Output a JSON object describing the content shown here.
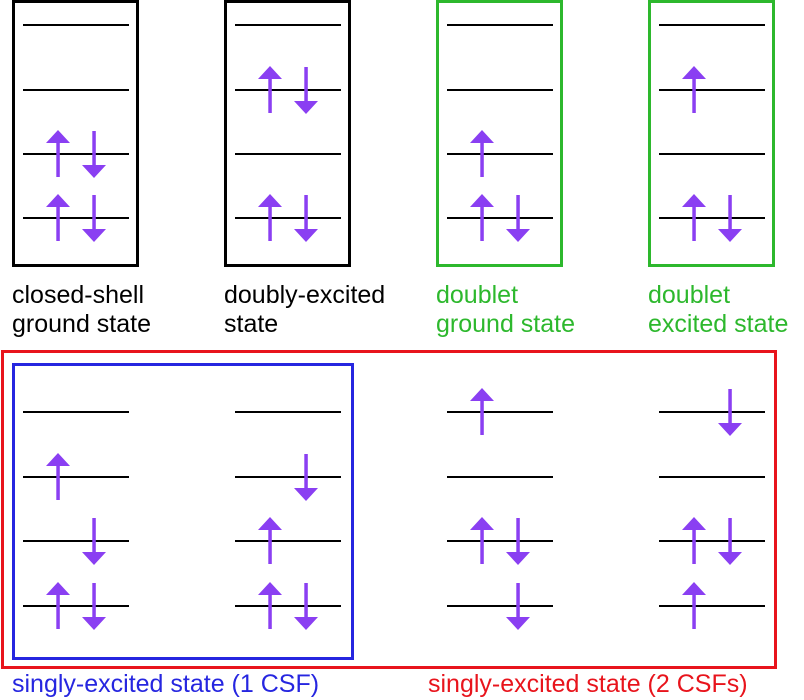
{
  "colors": {
    "black": "#000000",
    "green": "#2db82d",
    "red": "#e8141c",
    "blue": "#2626e0",
    "arrow": "#8a3ff2",
    "level": "#000000"
  },
  "captions": {
    "closed_shell_line1": "closed-shell",
    "closed_shell_line2": "ground state",
    "doubly_excited_line1": "doubly-excited",
    "doubly_excited_line2": "state",
    "doublet_ground_line1": "doublet",
    "doublet_ground_line2": "ground state",
    "doublet_excited_line1": "doublet",
    "doublet_excited_line2": "excited state",
    "singly_excited_1csf": "singly-excited state (1 CSF)",
    "singly_excited_2csfs": "singly-excited state (2 CSFs)"
  },
  "diagrams": [
    {
      "name": "closed-shell-ground-state",
      "levels": [
        [
          "",
          ""
        ],
        [
          "",
          ""
        ],
        [
          "up",
          "down"
        ],
        [
          "up",
          "down"
        ]
      ]
    },
    {
      "name": "doubly-excited-state",
      "levels": [
        [
          "",
          ""
        ],
        [
          "up",
          "down"
        ],
        [
          "",
          ""
        ],
        [
          "up",
          "down"
        ]
      ]
    },
    {
      "name": "doublet-ground-state",
      "levels": [
        [
          "",
          ""
        ],
        [
          "",
          ""
        ],
        [
          "up",
          ""
        ],
        [
          "up",
          "down"
        ]
      ]
    },
    {
      "name": "doublet-excited-state",
      "levels": [
        [
          "",
          ""
        ],
        [
          "up",
          ""
        ],
        [
          "",
          ""
        ],
        [
          "up",
          "down"
        ]
      ]
    },
    {
      "name": "singly-excited-1csf-a",
      "levels": [
        [
          "",
          ""
        ],
        [
          "up",
          ""
        ],
        [
          "",
          "down"
        ],
        [
          "up",
          "down"
        ]
      ]
    },
    {
      "name": "singly-excited-1csf-b",
      "levels": [
        [
          "",
          ""
        ],
        [
          "",
          "down"
        ],
        [
          "up",
          ""
        ],
        [
          "up",
          "down"
        ]
      ]
    },
    {
      "name": "singly-excited-2csf-a",
      "levels": [
        [
          "up",
          ""
        ],
        [
          "",
          ""
        ],
        [
          "up",
          "down"
        ],
        [
          "",
          "down"
        ]
      ]
    },
    {
      "name": "singly-excited-2csf-b",
      "levels": [
        [
          "",
          "down"
        ],
        [
          "",
          ""
        ],
        [
          "up",
          "down"
        ],
        [
          "up",
          ""
        ]
      ]
    }
  ]
}
